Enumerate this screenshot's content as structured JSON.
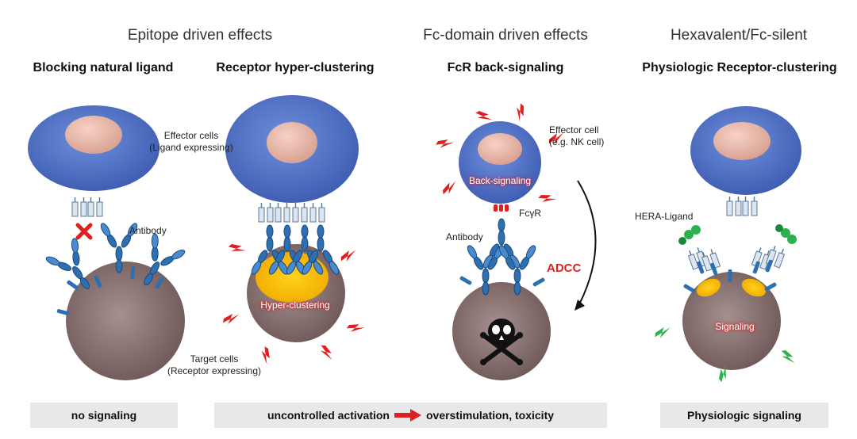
{
  "headers": {
    "epitope": "Epitope driven effects",
    "fc_domain": "Fc-domain driven effects",
    "hexavalent": "Hexavalent/Fc-silent"
  },
  "panels": {
    "blocking": {
      "title": "Blocking natural ligand",
      "effector_label_1": "Effector cells",
      "effector_label_2": "(Ligand expressing)",
      "antibody_label": "Antibody",
      "target_label_1": "Target cells",
      "target_label_2": "(Receptor expressing)",
      "footer": "no signaling"
    },
    "hyper": {
      "title": "Receptor hyper-clustering",
      "inner_label": "Hyper-clustering"
    },
    "fcr": {
      "title": "FcR back-signaling",
      "effector_label_1": "Effector cell",
      "effector_label_2": "(e.g. NK cell)",
      "inner_label": "Back-signaling",
      "receptor_label": "FcγR",
      "antibody_label": "Antibody",
      "adcc_label": "ADCC"
    },
    "hera": {
      "title": "Physiologic Receptor-clustering",
      "ligand_label": "HERA-Ligand",
      "inner_label": "Signaling",
      "footer": "Physiologic signaling"
    }
  },
  "middle_footer": {
    "left": "uncontrolled activation",
    "right": "overstimulation, toxicity"
  },
  "colors": {
    "effector_cell": "#4a6cc2",
    "nucleus": "#e8b7a8",
    "target_cell": "#7d6565",
    "antibody": "#2e6fb0",
    "cluster": "#f5b400",
    "signal_red": "#e02020",
    "signal_green": "#2bb24c"
  }
}
